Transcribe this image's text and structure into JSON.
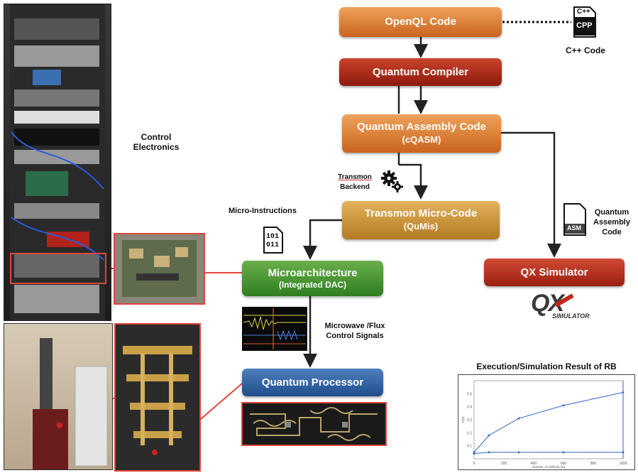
{
  "boxes": {
    "openql": "OpenQL Code",
    "compiler": "Quantum Compiler",
    "cqasm_title": "Quantum Assembly Code",
    "cqasm_sub": "(cQASM)",
    "microcode_title": "Transmon Micro-Code",
    "microcode_sub": "(QuMis)",
    "microarch_title": "Microarchitecture",
    "microarch_sub": "(Integrated DAC)",
    "processor": "Quantum Processor",
    "qxsim": "QX Simulator"
  },
  "labels": {
    "cpp_code": "C++ Code",
    "control_electronics_1": "Control",
    "control_electronics_2": "Electronics",
    "transmon_backend_1": "Transmon",
    "transmon_backend_2": "Backend",
    "micro_instructions": "Micro-Instructions",
    "mw_flux_1": "Microwave /Flux",
    "mw_flux_2": "Control Signals",
    "qac_1": "Quantum",
    "qac_2": "Assembly",
    "qac_3": "Code",
    "rb_title": "Execution/Simulation Result of RB"
  },
  "icons": {
    "cpp_top": "C++",
    "cpp_bottom": "CPP",
    "asm": "ASM",
    "binary_1": "101",
    "binary_2": "011",
    "qx_logo": "QX",
    "qx_logo_sub": "SIMULATOR"
  },
  "colors": {
    "orange": "#d9782e",
    "dark_red": "#a3200f",
    "gold": "#c99440",
    "green": "#3f8d2b",
    "blue": "#2d5ea3",
    "red_border": "#e0453a"
  },
  "chart_data": {
    "type": "line",
    "title": "Execution/Simulation Result of RB",
    "xlabel": "Number of Cliffords (N)",
    "ylabel": "F(N)",
    "xlim": [
      0,
      1000
    ],
    "ylim": [
      0,
      0.6
    ],
    "x_ticks": [
      "0",
      "200",
      "400",
      "600",
      "800",
      "1000"
    ],
    "y_ticks": [
      "0.1",
      "0.2",
      "0.3",
      "0.4",
      "0.5"
    ],
    "series": [
      {
        "x": [
          0,
          100,
          300,
          600,
          1000
        ],
        "y": [
          0.05,
          0.18,
          0.31,
          0.41,
          0.51
        ]
      },
      {
        "x": [
          0,
          100,
          300,
          600,
          1000
        ],
        "y": [
          0.04,
          0.05,
          0.05,
          0.05,
          0.05
        ]
      }
    ]
  }
}
